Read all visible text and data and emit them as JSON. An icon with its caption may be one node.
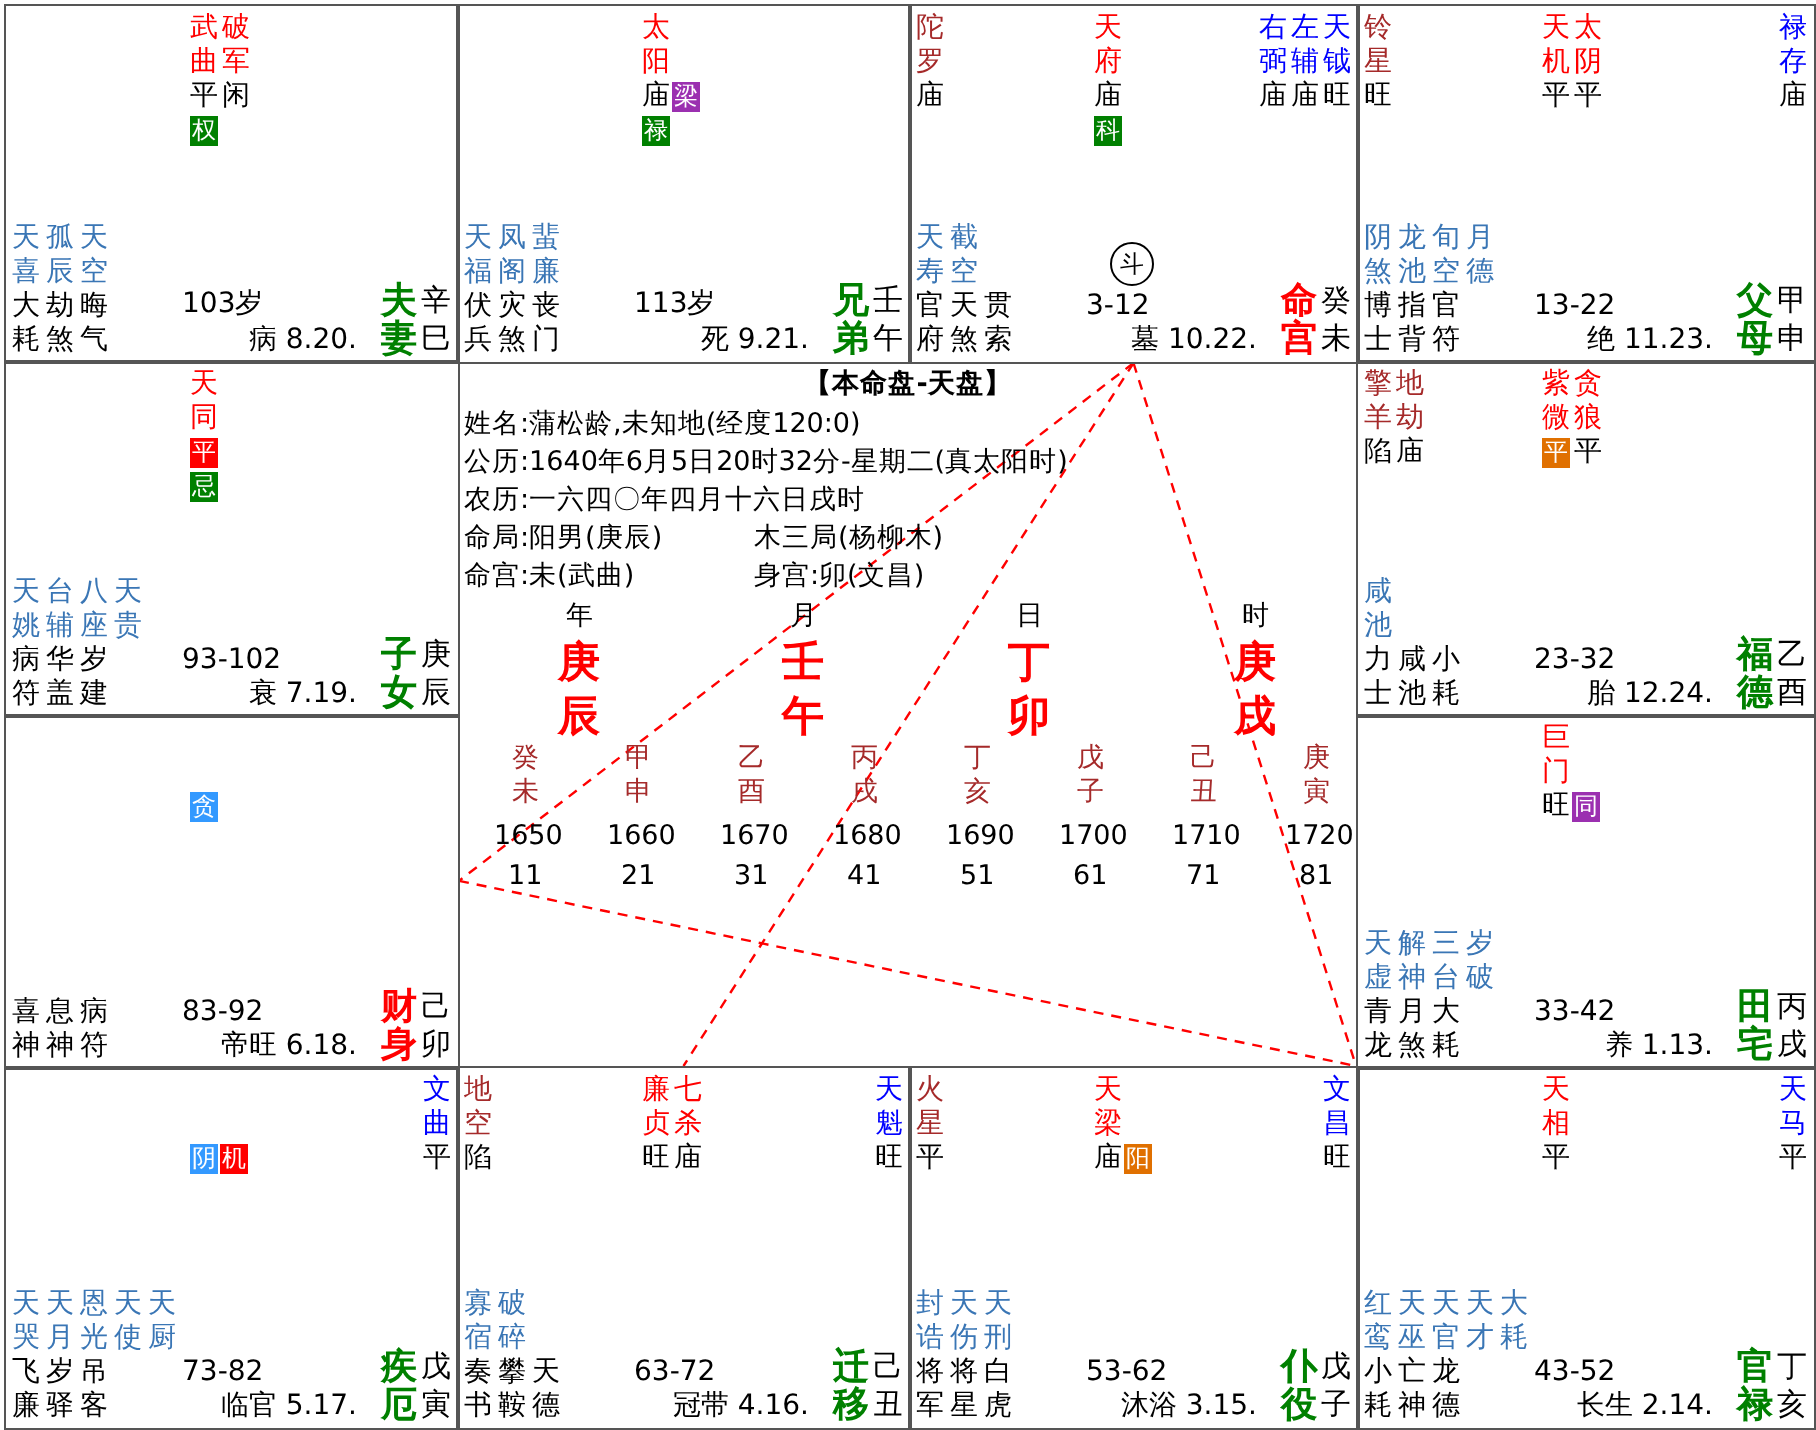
{
  "diagram": {
    "nodes": [
      {
        "text": [
          "武曲",
          "平",
          "权",
          "破军",
          "闲",
          "天喜",
          "孤辰",
          "天空",
          "大耗",
          "劫煞",
          "晦气",
          "103岁",
          "病 8.20.",
          "夫妻",
          "辛巳"
        ]
      },
      {
        "text": [
          "太阳",
          "庙",
          "梁",
          "禄",
          "天福",
          "凤阁",
          "蜚廉",
          "伏兵",
          "灾煞",
          "丧门",
          "113岁",
          "死 9.21.",
          "兄弟",
          "壬午"
        ]
      },
      {
        "text": [
          "陀罗",
          "庙",
          "天府",
          "庙",
          "科",
          "右弼",
          "庙",
          "左辅",
          "庙",
          "天钺",
          "旺",
          "天寿",
          "截空",
          "斗",
          "官府",
          "天煞",
          "贯索",
          "3-12",
          "墓 10.22.",
          "命宫",
          "癸未"
        ]
      },
      {
        "text": [
          "铃星",
          "旺",
          "天机",
          "平",
          "太阴",
          "平",
          "禄存",
          "庙",
          "阴煞",
          "龙池",
          "旬空",
          "月德",
          "博士",
          "指背",
          "官符",
          "13-22",
          "绝 11.23.",
          "父母",
          "甲申"
        ]
      },
      {
        "text": [
          "天同",
          "平",
          "忌",
          "天姚",
          "台辅",
          "八座",
          "天贵",
          "病符",
          "华盖",
          "岁建",
          "93-102",
          "衰 7.19.",
          "子女",
          "庚辰"
        ]
      },
      {
        "text": [
          "擎羊",
          "陷",
          "地劫",
          "庙",
          "紫微",
          "平",
          "贪狼",
          "平",
          "咸池",
          "力士",
          "咸池",
          "小耗",
          "23-32",
          "胎 12.24.",
          "福德",
          "乙酉"
        ]
      },
      {
        "text": [
          "贪",
          "喜神",
          "息神",
          "病符",
          "83-92",
          "帝旺 6.18.",
          "财身",
          "己卯"
        ]
      },
      {
        "text": [
          "巨门",
          "旺",
          "同",
          "天虚",
          "解神",
          "三台",
          "岁破",
          "青龙",
          "月煞",
          "大耗",
          "33-42",
          "养 1.13.",
          "田宅",
          "丙戌"
        ]
      },
      {
        "text": [
          "阴",
          "机",
          "文曲",
          "平",
          "天哭",
          "天月",
          "恩光",
          "天使",
          "天厨",
          "飞廉",
          "岁驿",
          "吊客",
          "73-82",
          "临官 5.17.",
          "疾厄",
          "戊寅"
        ]
      },
      {
        "text": [
          "地空",
          "陷",
          "廉贞",
          "旺",
          "七杀",
          "庙",
          "天魁",
          "旺",
          "寡宿",
          "破碎",
          "奏书",
          "攀鞍",
          "天德",
          "63-72",
          "冠带 4.16.",
          "迁移",
          "己丑"
        ]
      },
      {
        "text": [
          "火星",
          "平",
          "天梁",
          "庙",
          "阳",
          "文昌",
          "旺",
          "封诰",
          "天伤",
          "天刑",
          "将军",
          "将星",
          "白虎",
          "53-62",
          "沐浴 3.15.",
          "仆役",
          "戊子"
        ]
      },
      {
        "text": [
          "天相",
          "平",
          "天马",
          "平",
          "红鸾",
          "天巫",
          "天官",
          "天才",
          "大耗",
          "小耗",
          "亡神",
          "龙德",
          "43-52",
          "长生 2.14.",
          "官禄",
          "丁亥"
        ]
      }
    ],
    "edges": [
      {
        "from": 2,
        "to": 6,
        "arrow": "none",
        "style": "dashed",
        "color": "#ff0000"
      },
      {
        "from": 2,
        "to": 9,
        "arrow": "none",
        "style": "dashed",
        "color": "#ff0000"
      },
      {
        "from": 2,
        "to": 11,
        "arrow": "none",
        "style": "dashed",
        "color": "#ff0000"
      },
      {
        "from": 6,
        "to": 11,
        "arrow": "none",
        "style": "dashed",
        "color": "#ff0000"
      }
    ],
    "labels": [
      "【本命盘-天盘】",
      "姓名:蒲松龄,未知地(经度120:0)",
      "公历:1640年6月5日20时32分-星期二(真太阳时)",
      "农历:一六四〇年四月十六日戌时",
      "命局:阳男(庚辰)",
      "木三局(杨柳木)",
      "命宫:未(武曲)",
      "身宫:卯(文昌)",
      "年",
      "庚辰",
      "月",
      "壬午",
      "日",
      "丁卯",
      "时",
      "庚戌",
      "癸未",
      "1650",
      "11",
      "甲申",
      "1660",
      "21",
      "乙酉",
      "1670",
      "31",
      "丙戌",
      "1680",
      "41",
      "丁亥",
      "1690",
      "51",
      "戊子",
      "1700",
      "61",
      "己丑",
      "1710",
      "71",
      "庚寅",
      "1720",
      "81"
    ]
  }
}
